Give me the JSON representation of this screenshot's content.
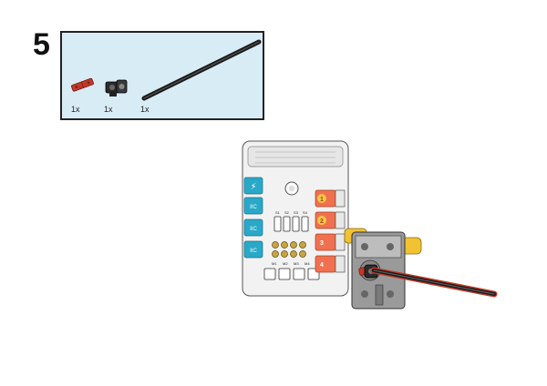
{
  "step": {
    "number": "5"
  },
  "parts": [
    {
      "icon": "red-connector-pin-icon",
      "qty": "1x",
      "color": "#c0392b"
    },
    {
      "icon": "black-angle-connector-icon",
      "qty": "1x",
      "color": "#1a1a1a"
    },
    {
      "icon": "black-axle-icon",
      "qty": "1x",
      "color": "#222222"
    }
  ],
  "controller": {
    "left_ports": [
      "IIC",
      "IIC",
      "IIC"
    ],
    "right_ports": [
      "1",
      "2",
      "3",
      "4"
    ],
    "servo_labels": [
      "S1",
      "S2",
      "S3",
      "S4"
    ],
    "motor_labels": [
      "M1",
      "M2",
      "M3",
      "M4"
    ],
    "accent_cyan": "#29a8c8",
    "accent_orange": "#f07050"
  }
}
